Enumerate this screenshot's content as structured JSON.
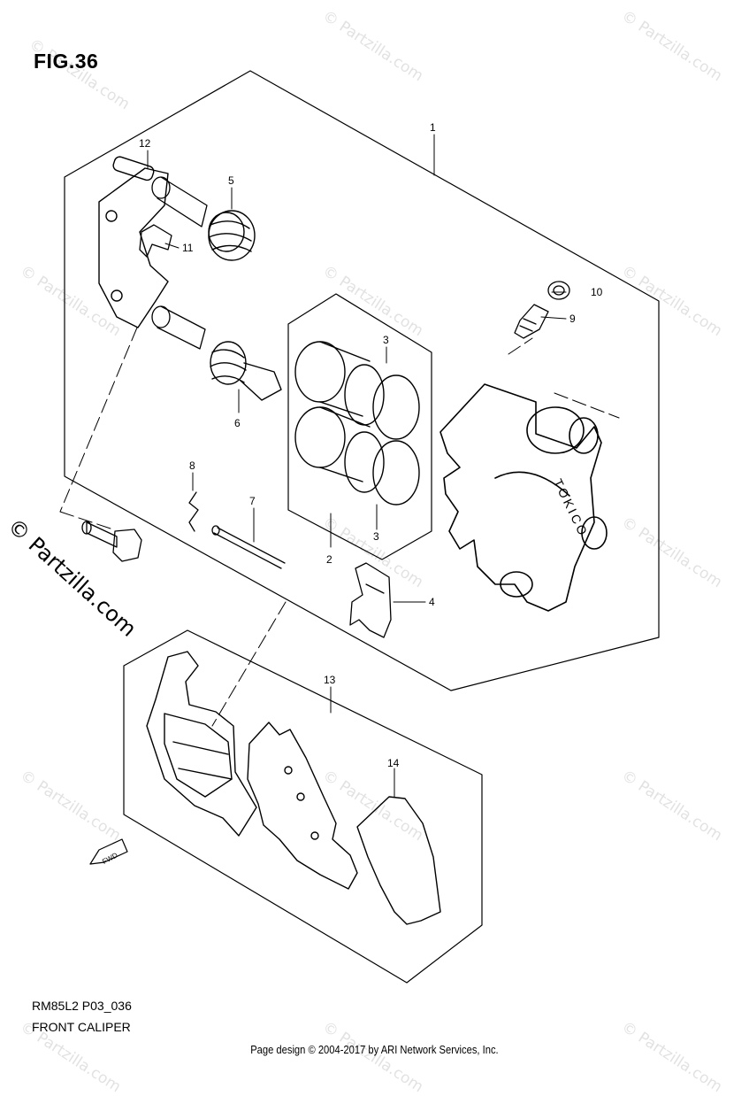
{
  "figure": {
    "title": "FIG.36"
  },
  "footer": {
    "model_code": "RM85L2 P03_036",
    "assembly_name": "FRONT CALIPER",
    "credit": "Page design © 2004-2017 by ARI Network Services, Inc."
  },
  "watermark": {
    "text": "© Partzilla.com"
  },
  "caliper_marking": "TOKICO",
  "fwd_arrow_label": "FWD",
  "callouts": {
    "c1": "1",
    "c2": "2",
    "c3a": "3",
    "c3b": "3",
    "c4": "4",
    "c5": "5",
    "c6": "6",
    "c7": "7",
    "c8": "8",
    "c9": "9",
    "c10": "10",
    "c11": "11",
    "c12": "12",
    "c13": "13",
    "c14": "14"
  }
}
